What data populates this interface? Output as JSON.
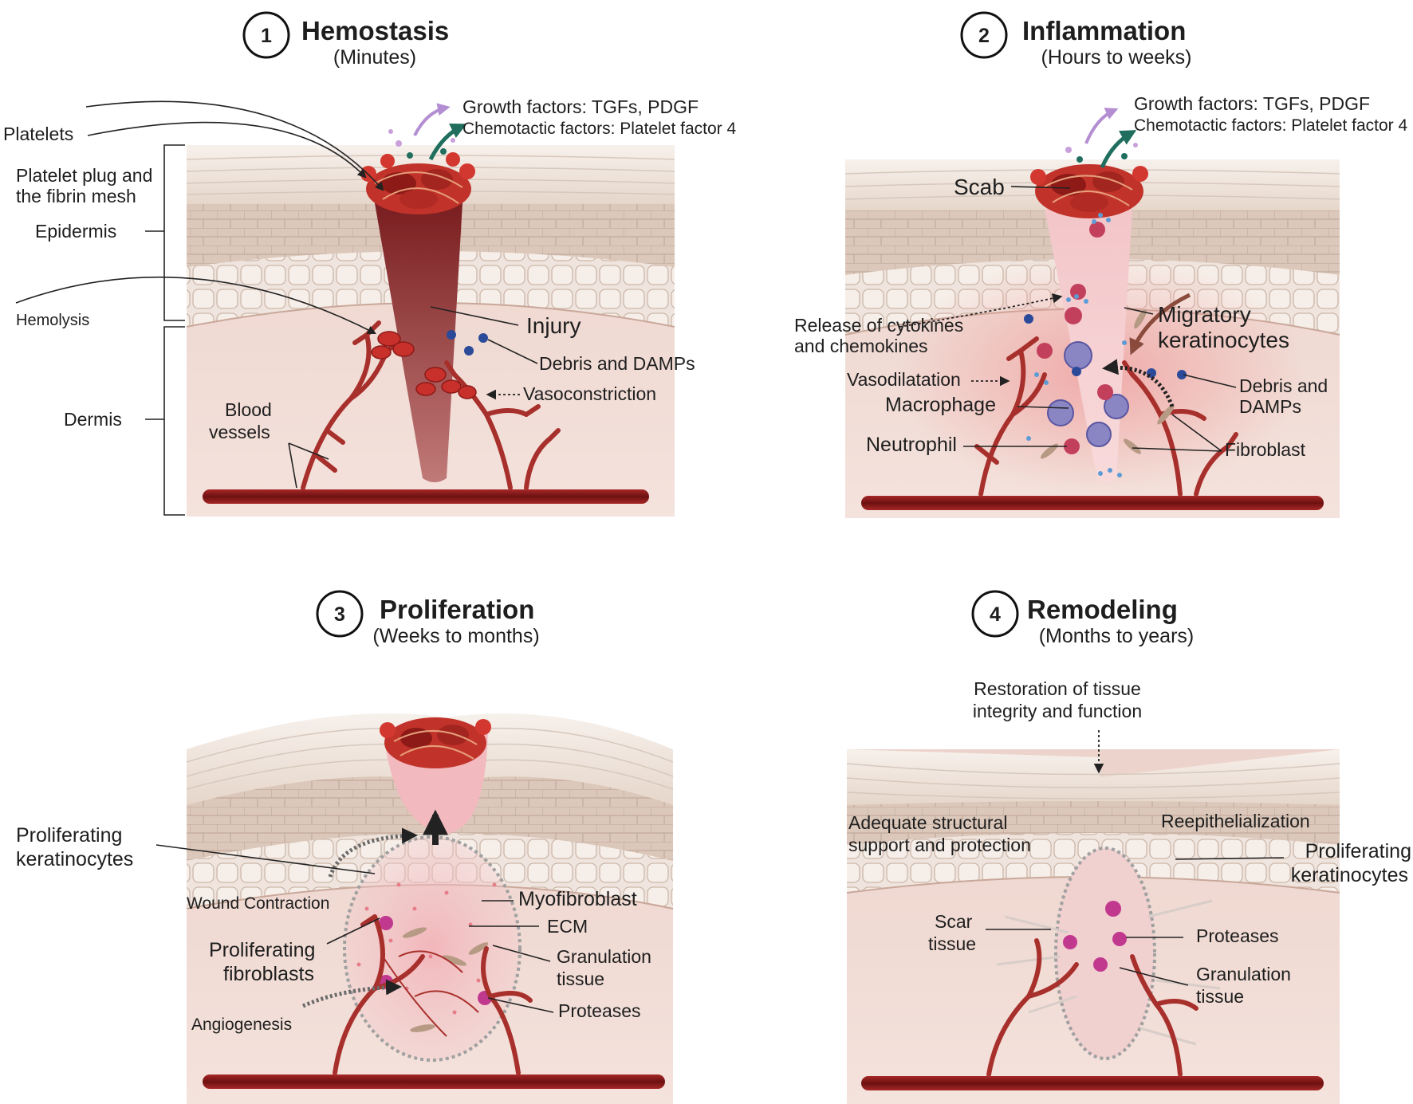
{
  "panels": {
    "p1": {
      "number": "1",
      "title": "Hemostasis",
      "subtitle": "(Minutes)"
    },
    "p2": {
      "number": "2",
      "title": "Inflammation",
      "subtitle": "(Hours to weeks)"
    },
    "p3": {
      "number": "3",
      "title": "Proliferation",
      "subtitle": "(Weeks to months)"
    },
    "p4": {
      "number": "4",
      "title": "Remodeling",
      "subtitle": "(Months to years)"
    }
  },
  "labels1": {
    "growth": "Growth factors: TGFs, PDGF",
    "chemo": "Chemotactic factors: Platelet factor 4",
    "platelets": "Platelets",
    "plug1": "Platelet plug and",
    "plug2": "the fibrin mesh",
    "epidermis": "Epidermis",
    "hemolysis": "Hemolysis",
    "injury": "Injury",
    "debris": "Debris and DAMPs",
    "vaso": "Vasoconstriction",
    "dermis": "Dermis",
    "blood1": "Blood",
    "blood2": "vessels"
  },
  "labels2": {
    "growth": "Growth factors: TGFs, PDGF",
    "chemo": "Chemotactic factors: Platelet factor 4",
    "scab": "Scab",
    "release1": "Release of cytokines",
    "release2": "and chemokines",
    "migr1": "Migratory",
    "migr2": "keratinocytes",
    "vasodil": "Vasodilatation",
    "macro": "Macrophage",
    "debris1": "Debris and",
    "debris2": "DAMPs",
    "neutro": "Neutrophil",
    "fibro": "Fibroblast"
  },
  "labels3": {
    "prolker1": "Proliferating",
    "prolker2": "keratinocytes",
    "woundc": "Wound Contraction",
    "myofib": "Myofibroblast",
    "ecm": "ECM",
    "prolfib1": "Proliferating",
    "prolfib2": "fibroblasts",
    "gran1": "Granulation",
    "gran2": "tissue",
    "angio": "Angiogenesis",
    "prot": "Proteases"
  },
  "labels4": {
    "rest1": "Restoration of tissue",
    "rest2": "integrity and function",
    "adeq1": "Adequate structural",
    "adeq2": "support and protection",
    "reep": "Reepithelialization",
    "prolker1": "Proliferating",
    "prolker2": "keratinocytes",
    "scar1": "Scar",
    "scar2": "tissue",
    "prot": "Proteases",
    "gran1": "Granulation",
    "gran2": "tissue"
  },
  "colors": {
    "skin_dermis": "#f1dcd6",
    "skin_epidermis": "#d6c2b4",
    "skin_cells": "#e9dbd1",
    "blood": "#a8302c",
    "vessel_deep": "#7d1616",
    "clot": "#c1332a",
    "wound": "#8c2a2a",
    "macrophage": "#8a86c4",
    "debris": "#2c4a9a",
    "protease": "#c0398f",
    "growth_arrow": "#b48ed2",
    "chemo_arrow": "#1f6e5e"
  }
}
